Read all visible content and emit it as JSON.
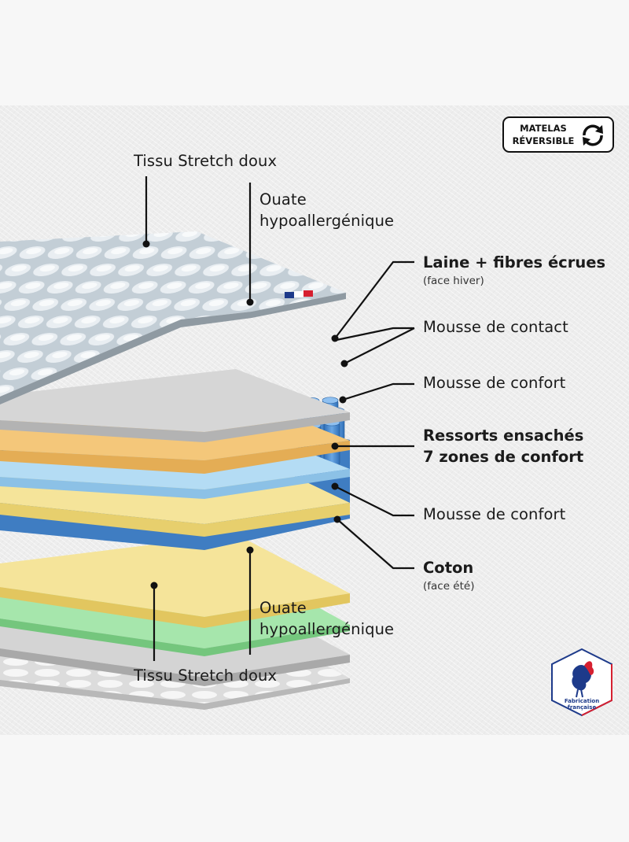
{
  "badge": {
    "line1": "MATELAS",
    "line2": "RÉVERSIBLE",
    "icon": "reverse-arrows-icon"
  },
  "labels": {
    "top_fabric": "Tissu Stretch doux",
    "top_wadding_line1": "Ouate",
    "top_wadding_line2": "hypoallergénique",
    "wool_title": "Laine + fibres écrues",
    "wool_sub": "(face hiver)",
    "contact_foam": "Mousse de contact",
    "comfort_foam_top": "Mousse de confort",
    "springs_line1": "Ressorts ensachés",
    "springs_line2": "7 zones de confort",
    "comfort_foam_bottom": "Mousse de confort",
    "cotton_title": "Coton",
    "cotton_sub": "(face été)",
    "bottom_wadding_line1": "Ouate",
    "bottom_wadding_line2": "hypoallergénique",
    "bottom_fabric": "Tissu Stretch doux"
  },
  "origin_logo": {
    "text": "Fabrication française",
    "icon": "rooster-icon",
    "colors": {
      "blue": "#1d3a8a",
      "red": "#d62030"
    }
  },
  "colors": {
    "quilt": "#c9d3da",
    "wadding": "#cfcfcf",
    "wool": "#f2c272",
    "contact_foam": "#a8d4ef",
    "comfort_foam": "#f2e08e",
    "springs": "#4f8ed0",
    "cotton": "#9fe3a6",
    "pointer_line": "#111111"
  }
}
